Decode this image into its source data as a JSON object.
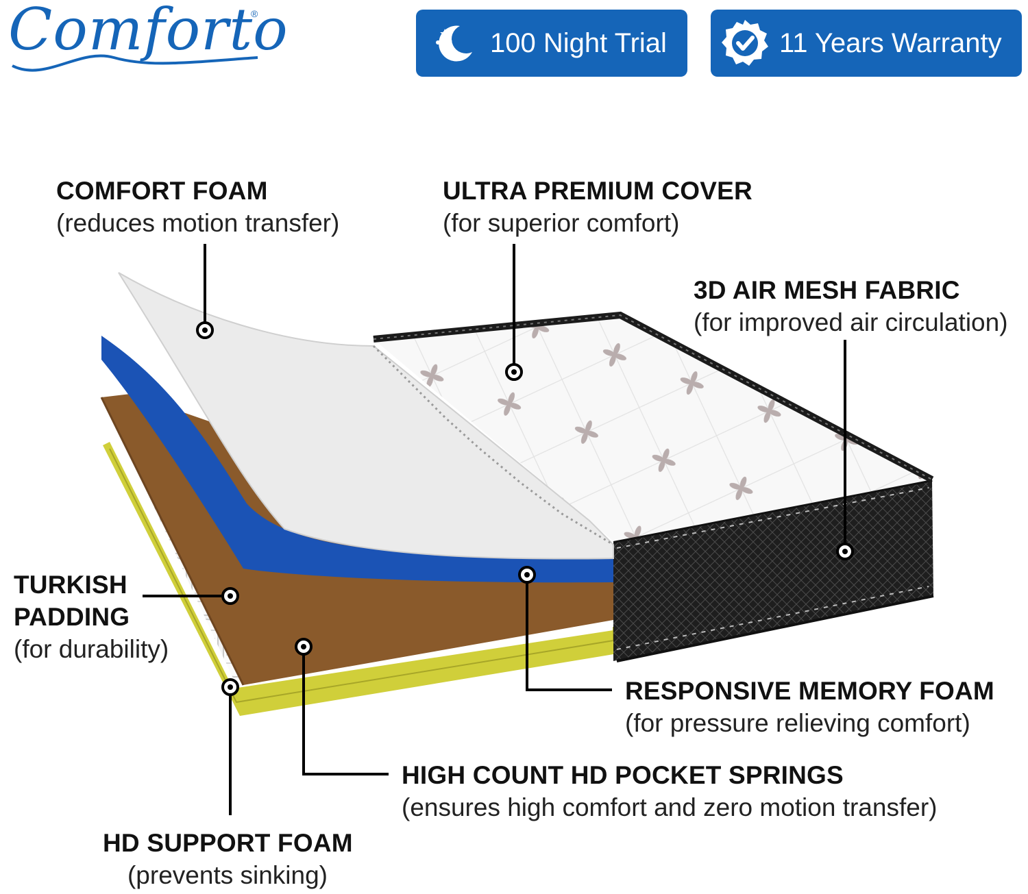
{
  "brand": {
    "logo_text": "Comforto",
    "logo_mark": "®",
    "color": "#1565b8"
  },
  "badges": [
    {
      "label": "100 Night Trial",
      "icon": "moon-stars-icon"
    },
    {
      "label": "11 Years Warranty",
      "icon": "verified-badge-icon"
    }
  ],
  "layers": {
    "comfort_foam": {
      "title": "COMFORT FOAM",
      "subtitle": "(reduces motion transfer)"
    },
    "ultra_premium_cover": {
      "title": "ULTRA PREMIUM COVER",
      "subtitle": "(for superior comfort)"
    },
    "air_mesh_fabric": {
      "title": "3D AIR MESH FABRIC",
      "subtitle": "(for improved air circulation)"
    },
    "turkish_padding": {
      "title_line1": "TURKISH",
      "title_line2": "PADDING",
      "subtitle": "(for durability)"
    },
    "memory_foam": {
      "title": "RESPONSIVE MEMORY FOAM",
      "subtitle": "(for pressure relieving comfort)"
    },
    "pocket_springs": {
      "title": "HIGH COUNT HD POCKET SPRINGS",
      "subtitle": "(ensures high comfort and zero motion transfer)"
    },
    "support_foam": {
      "title": "HD SUPPORT FOAM",
      "subtitle": "(prevents sinking)"
    }
  },
  "colors": {
    "comfort_foam": "#e9e9e9",
    "memory_foam": "#1b53b5",
    "turkish_padding": "#8a5a2b",
    "support_foam": "#d2d23a",
    "mesh": "#1f1f1f",
    "cover": "#f7f7f7"
  }
}
